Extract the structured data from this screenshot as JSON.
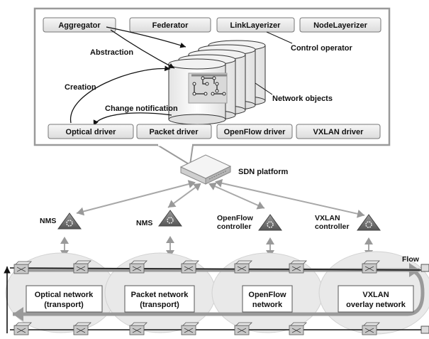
{
  "top_panel": {
    "components": [
      "Aggregator",
      "Federator",
      "LinkLayerizer",
      "NodeLayerizer"
    ],
    "drivers": [
      "Optical driver",
      "Packet driver",
      "OpenFlow driver",
      "VXLAN driver"
    ],
    "labels": {
      "abstraction": "Abstraction",
      "control_operator": "Control operator",
      "creation": "Creation",
      "network_objects": "Network objects",
      "change_notification": "Change notification"
    }
  },
  "platform_label": "SDN platform",
  "controllers": [
    {
      "line1": "NMS",
      "line2": ""
    },
    {
      "line1": "NMS",
      "line2": ""
    },
    {
      "line1": "OpenFlow",
      "line2": "controller"
    },
    {
      "line1": "VXLAN",
      "line2": "controller"
    }
  ],
  "networks": [
    {
      "line1": "Optical network",
      "line2": "(transport)"
    },
    {
      "line1": "Packet network",
      "line2": "(transport)"
    },
    {
      "line1": "OpenFlow",
      "line2": "network"
    },
    {
      "line1": "VXLAN",
      "line2": "overlay network"
    }
  ],
  "flow_label": "Flow",
  "colors": {
    "panel_border": "#9a9a9a",
    "box_fill": "#ebebeb",
    "box_border": "#777777",
    "arrow_gray": "#a8a8a8",
    "ellipse_fill": "#e9e9e9",
    "text": "#111111"
  }
}
